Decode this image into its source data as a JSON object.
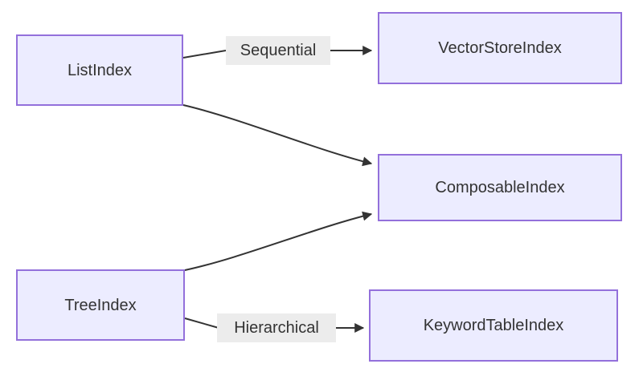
{
  "diagram": {
    "type": "flowchart",
    "direction": "left-to-right",
    "background_color": "#ffffff",
    "node_fill_color": "#ececff",
    "node_border_color": "#9370db",
    "node_text_color": "#333333",
    "edge_color": "#333333",
    "edge_label_background": "#ececec",
    "nodes": [
      {
        "id": "list_index",
        "label": "ListIndex"
      },
      {
        "id": "vector_store_index",
        "label": "VectorStoreIndex"
      },
      {
        "id": "composable_index",
        "label": "ComposableIndex"
      },
      {
        "id": "tree_index",
        "label": "TreeIndex"
      },
      {
        "id": "keyword_table_index",
        "label": "KeywordTableIndex"
      }
    ],
    "edges": [
      {
        "from": "list_index",
        "to": "vector_store_index",
        "label": "Sequential"
      },
      {
        "from": "list_index",
        "to": "composable_index",
        "label": ""
      },
      {
        "from": "tree_index",
        "to": "composable_index",
        "label": ""
      },
      {
        "from": "tree_index",
        "to": "keyword_table_index",
        "label": "Hierarchical"
      }
    ],
    "edge_labels": [
      {
        "id": "sequential",
        "text": "Sequential"
      },
      {
        "id": "hierarchical",
        "text": "Hierarchical"
      }
    ]
  }
}
